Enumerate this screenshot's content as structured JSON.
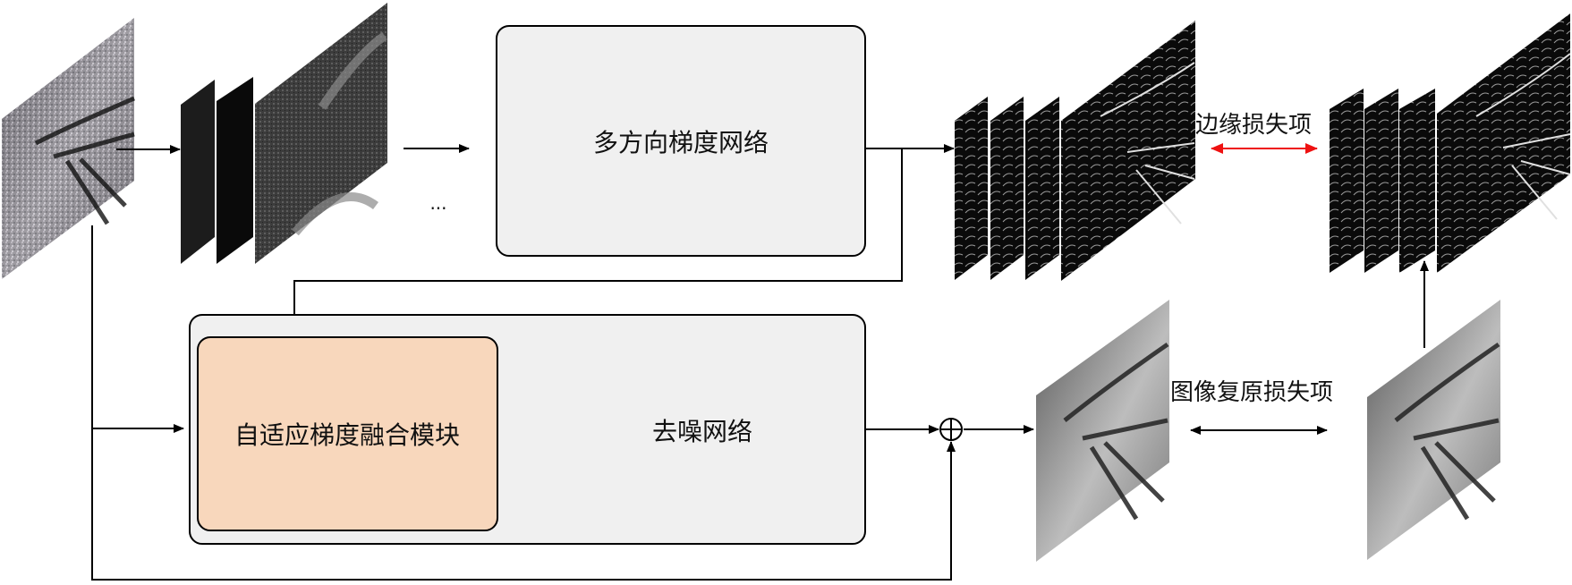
{
  "diagram": {
    "modules": {
      "multi_direction_gradient_net": "多方向梯度网络",
      "denoise_net": "去噪网络",
      "adaptive_gradient_fusion": "自适应梯度融合模块"
    },
    "losses": {
      "edge_loss": "边缘损失项",
      "restoration_loss": "图像复原损失项"
    },
    "ellipsis": "···",
    "operators": {
      "add": "⊕"
    },
    "images": {
      "input": "noisy-input-image",
      "feature_maps": "directional-feature-maps",
      "pred_edges": "predicted-gradient-maps",
      "gt_edges": "ground-truth-gradient-maps",
      "restored": "restored-image",
      "ground_truth": "ground-truth-image"
    },
    "colors": {
      "box_fill": "#f0f0f0",
      "fusion_fill": "#f8d7bc",
      "edge_loss_arrow": "#ee1111",
      "stroke": "#000000"
    }
  }
}
